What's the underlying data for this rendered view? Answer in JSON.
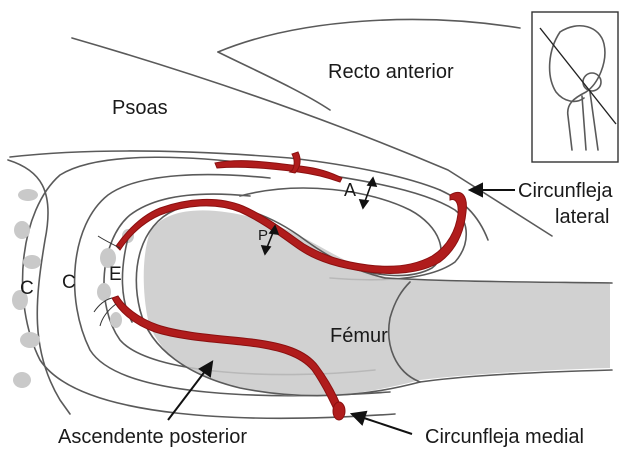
{
  "labels": {
    "recto_anterior": "Recto anterior",
    "psoas": "Psoas",
    "a": "A",
    "p": "P",
    "c_outer": "C",
    "c_inner": "C",
    "e": "E",
    "femur": "Fémur",
    "circunfleja_lateral_1": "Circunfleja",
    "circunfleja_lateral_2": "lateral",
    "circunfleja_medial": "Circunfleja medial",
    "ascendente_posterior": "Ascendente posterior"
  },
  "colors": {
    "vessel": "#b01c1c",
    "outline": "#5a5a5a",
    "bone": "#c9c9c9"
  }
}
